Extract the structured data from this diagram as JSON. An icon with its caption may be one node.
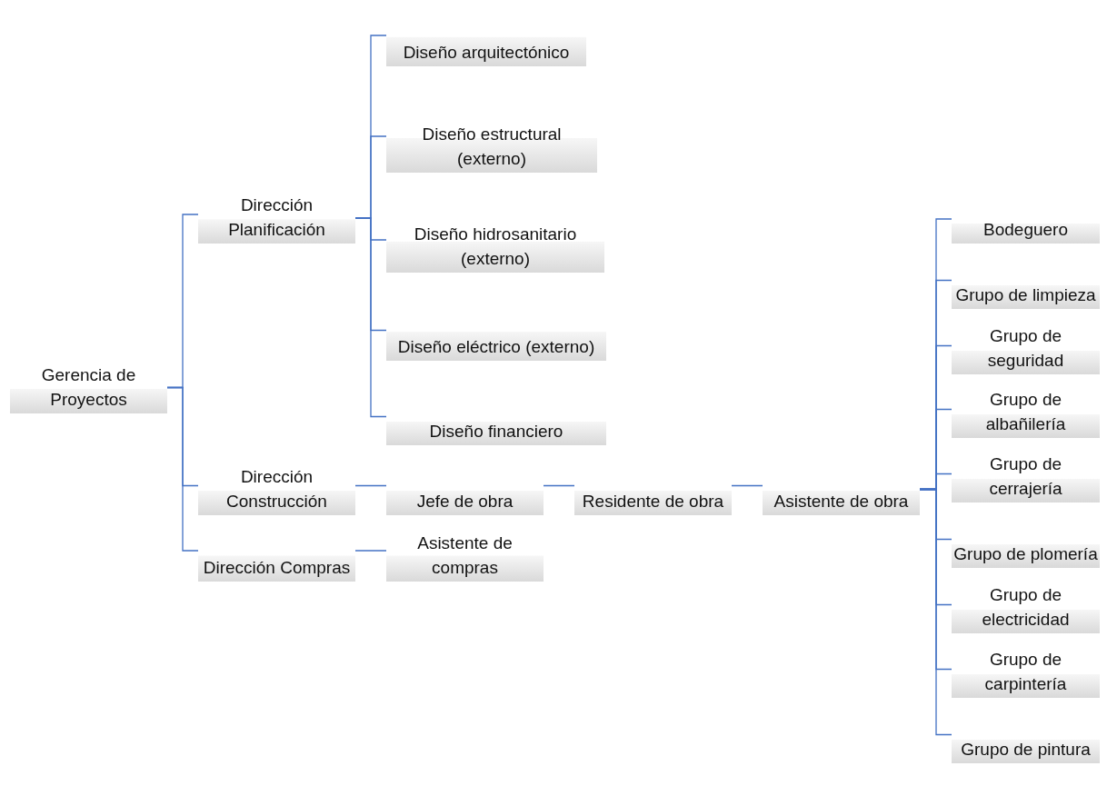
{
  "diagram": {
    "nodes": [
      {
        "text": [
          "Gerencia de Proyectos"
        ]
      },
      {
        "text": [
          "Dirección Planificación"
        ]
      },
      {
        "text": [
          "Diseño arquitectónico"
        ]
      },
      {
        "text": [
          "Diseño estructural (externo)"
        ]
      },
      {
        "text": [
          "Diseño hidrosanitario (externo)"
        ]
      },
      {
        "text": [
          "Diseño eléctrico (externo)"
        ]
      },
      {
        "text": [
          "Diseño financiero"
        ]
      },
      {
        "text": [
          "Dirección Construcción"
        ]
      },
      {
        "text": [
          "Dirección Compras"
        ]
      },
      {
        "text": [
          "Jefe de obra"
        ]
      },
      {
        "text": [
          "Asistente de compras"
        ]
      },
      {
        "text": [
          "Residente de obra"
        ]
      },
      {
        "text": [
          "Asistente de obra"
        ]
      },
      {
        "text": [
          "Bodeguero"
        ]
      },
      {
        "text": [
          "Grupo de limpieza"
        ]
      },
      {
        "text": [
          "Grupo de seguridad"
        ]
      },
      {
        "text": [
          "Grupo de albañilería"
        ]
      },
      {
        "text": [
          "Grupo de cerrajería"
        ]
      },
      {
        "text": [
          "Grupo de plomería"
        ]
      },
      {
        "text": [
          "Grupo de electricidad"
        ]
      },
      {
        "text": [
          "Grupo de carpintería"
        ]
      },
      {
        "text": [
          "Grupo de pintura"
        ]
      }
    ],
    "edges": [
      {
        "from": 0,
        "to": 1,
        "arrow": "none"
      },
      {
        "from": 0,
        "to": 7,
        "arrow": "none"
      },
      {
        "from": 0,
        "to": 8,
        "arrow": "none"
      },
      {
        "from": 1,
        "to": 2,
        "arrow": "none"
      },
      {
        "from": 1,
        "to": 3,
        "arrow": "none"
      },
      {
        "from": 1,
        "to": 4,
        "arrow": "none"
      },
      {
        "from": 1,
        "to": 5,
        "arrow": "none"
      },
      {
        "from": 1,
        "to": 6,
        "arrow": "none"
      },
      {
        "from": 7,
        "to": 9,
        "arrow": "none"
      },
      {
        "from": 8,
        "to": 10,
        "arrow": "none"
      },
      {
        "from": 9,
        "to": 11,
        "arrow": "none"
      },
      {
        "from": 11,
        "to": 12,
        "arrow": "none"
      },
      {
        "from": 12,
        "to": 13,
        "arrow": "none"
      },
      {
        "from": 12,
        "to": 14,
        "arrow": "none"
      },
      {
        "from": 12,
        "to": 15,
        "arrow": "none"
      },
      {
        "from": 12,
        "to": 16,
        "arrow": "none"
      },
      {
        "from": 12,
        "to": 17,
        "arrow": "none"
      },
      {
        "from": 12,
        "to": 18,
        "arrow": "none"
      },
      {
        "from": 12,
        "to": 19,
        "arrow": "none"
      },
      {
        "from": 12,
        "to": 20,
        "arrow": "none"
      },
      {
        "from": 12,
        "to": 21,
        "arrow": "none"
      }
    ]
  }
}
